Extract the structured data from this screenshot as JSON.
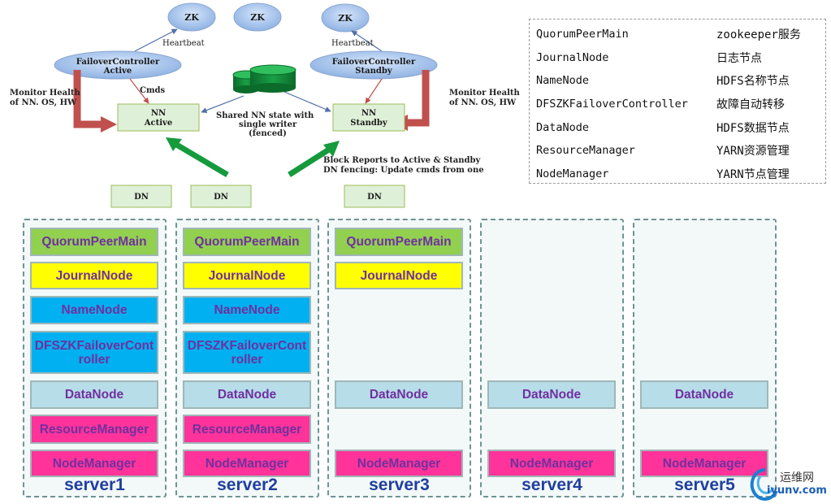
{
  "diagram": {
    "zk_nodes": [
      "ZK",
      "ZK",
      "ZK"
    ],
    "heartbeat_left": "Heartbeat",
    "heartbeat_right": "Heartbeat",
    "fc_active": [
      "FailoverController",
      "Active"
    ],
    "fc_standby": [
      "FailoverController",
      "Standby"
    ],
    "cmds": "Cmds",
    "monitor_left": [
      "Monitor Health",
      "of NN. OS, HW"
    ],
    "monitor_right": [
      "Monitor Health",
      "of NN. OS, HW"
    ],
    "nn_active": [
      "NN",
      "Active"
    ],
    "nn_standby": [
      "NN",
      "Standby"
    ],
    "shared_state": [
      "Shared NN state with",
      "single writer",
      "(fenced)"
    ],
    "block_reports": [
      "Block Reports to Active & Standby",
      "DN fencing: Update cmds from one"
    ],
    "dn_boxes": [
      "DN",
      "DN",
      "DN"
    ]
  },
  "legend": [
    {
      "key": "QuorumPeerMain",
      "value": "zookeeper服务"
    },
    {
      "key": "JournalNode",
      "value": "日志节点"
    },
    {
      "key": "NameNode",
      "value": "HDFS名称节点"
    },
    {
      "key": "DFSZKFailoverController",
      "value": "故障自动转移"
    },
    {
      "key": "DataNode",
      "value": "HDFS数据节点"
    },
    {
      "key": "ResourceManager",
      "value": "YARN资源管理"
    },
    {
      "key": "NodeManager",
      "value": "YARN节点管理"
    }
  ],
  "servers": [
    {
      "label": "server1",
      "qpm": "QuorumPeerMain",
      "jn": "JournalNode",
      "nn": "NameNode",
      "zkfc": "DFSZKFailoverController",
      "dn": "DataNode",
      "rm": "ResourceManager",
      "nm": "NodeManager"
    },
    {
      "label": "server2",
      "qpm": "QuorumPeerMain",
      "jn": "JournalNode",
      "nn": "NameNode",
      "zkfc": "DFSZKFailoverController",
      "dn": "DataNode",
      "rm": "ResourceManager",
      "nm": "NodeManager"
    },
    {
      "label": "server3",
      "qpm": "QuorumPeerMain",
      "jn": "JournalNode",
      "dn": "DataNode",
      "nm": "NodeManager"
    },
    {
      "label": "server4",
      "dn": "DataNode",
      "nm": "NodeManager"
    },
    {
      "label": "server5",
      "dn": "DataNode",
      "nm": "NodeManager"
    }
  ],
  "watermark": {
    "cn": "运维网",
    "url": "iyunv.com"
  },
  "colors": {
    "qpm": "#92d050",
    "jn": "#ffff00",
    "nn": "#00b0f0",
    "zkfc": "#00b0f0",
    "dn": "#b7dde8",
    "rm": "#ff3399",
    "nm": "#ff3399",
    "service_text": "#7030a0",
    "server_label": "#1f3f9f"
  }
}
